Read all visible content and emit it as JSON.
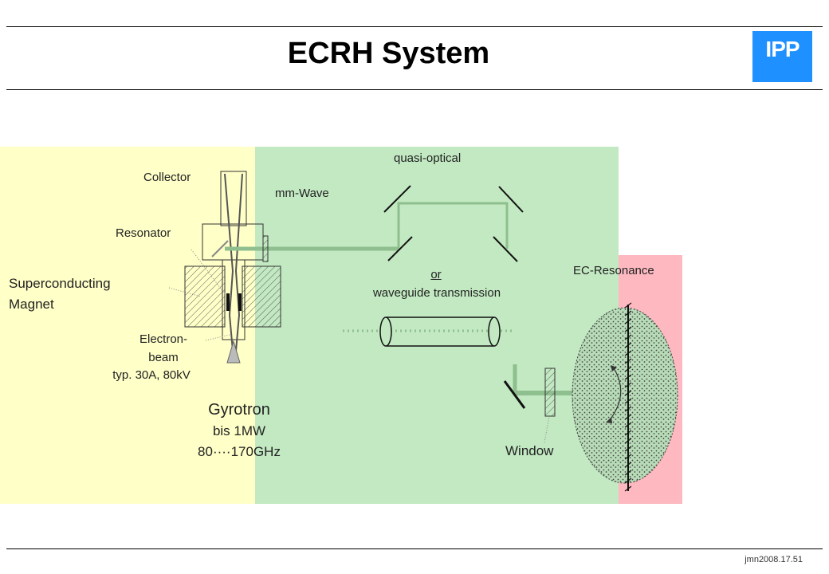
{
  "title": "ECRH System",
  "logo_text": "IPP",
  "footer": "jmn2008.17.51",
  "colors": {
    "yellow_zone": "#ffffc8",
    "green_zone": "#c2e9c2",
    "pink_zone": "#fdb8c0",
    "beam": "#8fbf8f",
    "logo": "#1e90ff"
  },
  "labels": {
    "collector": "Collector",
    "resonator": "Resonator",
    "superconducting": "Superconducting",
    "magnet": "Magnet",
    "electron": "Electron-",
    "beam": "beam",
    "typ": "typ. 30A, 80kV",
    "gyrotron": "Gyrotron",
    "bis": "bis 1MW",
    "freq": "80····170GHz",
    "quasi_optical": "quasi-optical",
    "mm_wave": "mm-Wave",
    "or": "or",
    "waveguide": "waveguide transmission",
    "ec_resonance": "EC-Resonance",
    "window": "Window"
  }
}
